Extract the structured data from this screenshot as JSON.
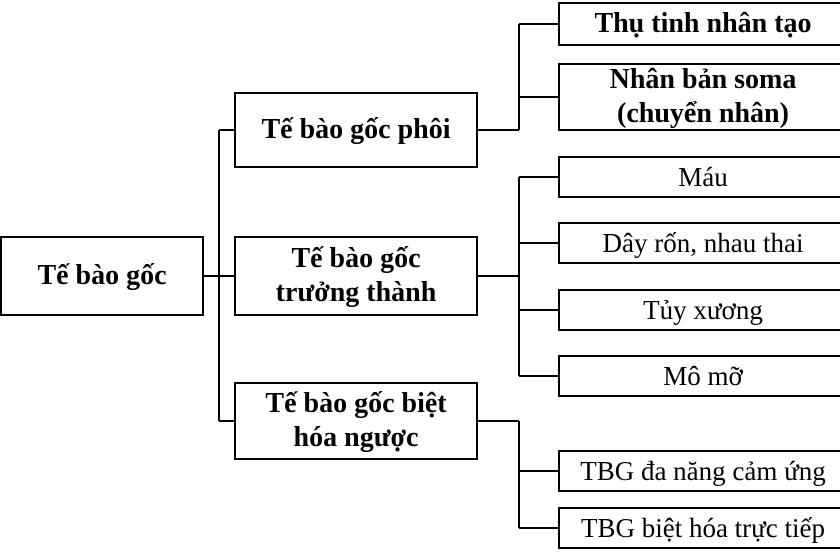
{
  "diagram": {
    "root": {
      "label": "Tế bào gốc"
    },
    "branches": [
      {
        "label": "Tế bào gốc phôi",
        "children": [
          "Thụ tinh nhân tạo",
          "Nhân bản soma\n(chuyển nhân)"
        ]
      },
      {
        "label": "Tế bào gốc\ntrưởng thành",
        "children": [
          "Máu",
          "Dây rốn, nhau thai",
          "Tủy xương",
          "Mô mỡ"
        ]
      },
      {
        "label": "Tế bào gốc biệt\nhóa ngược",
        "children": [
          "TBG đa năng cảm ứng",
          "TBG biệt hóa trực tiếp"
        ]
      }
    ]
  }
}
